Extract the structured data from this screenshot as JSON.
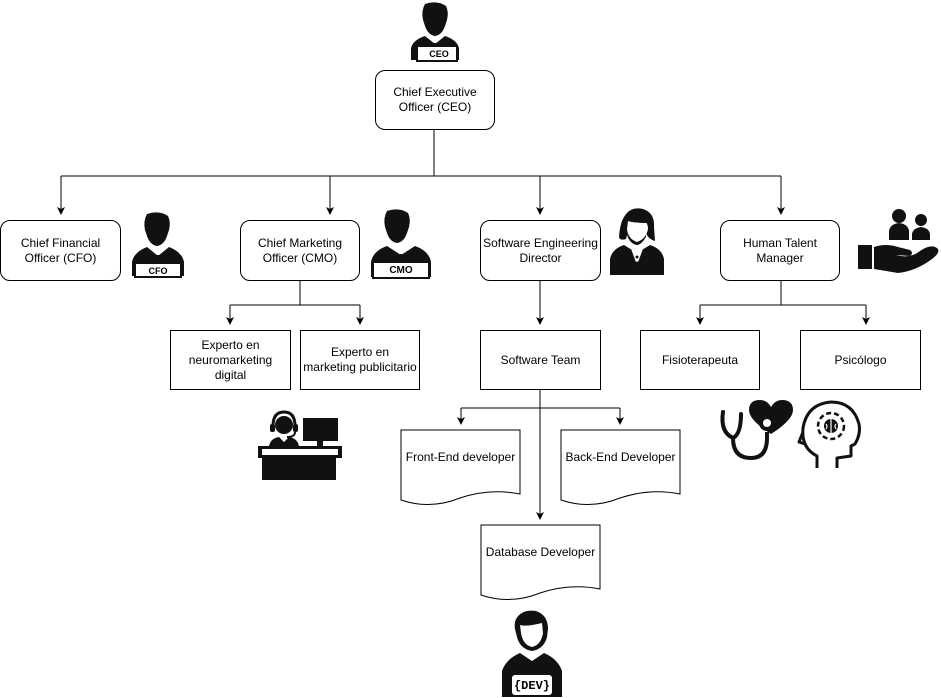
{
  "nodes": {
    "ceo": "Chief Executive Officer (CEO)",
    "cfo": "Chief Financial Officer (CFO)",
    "cmo": "Chief Marketing Officer (CMO)",
    "sed": "Software Engineering Director",
    "htm": "Human Talent Manager",
    "neuro": "Experto en neuromarketing digital",
    "publicitario": "Experto en marketing publicitario",
    "software_team": "Software Team",
    "fisio": "Fisioterapeuta",
    "psico": "Psicólogo",
    "frontend": "Front-End developer",
    "backend": "Back-End Developer",
    "database": "Database Developer"
  },
  "badges": {
    "ceo": "CEO",
    "cfo": "CFO",
    "cmo": "CMO",
    "dev": "{DEV}"
  },
  "icons": {
    "ceo": "executive-person-icon",
    "cfo": "executive-person-icon",
    "cmo": "executive-person-icon",
    "sed": "businesswoman-icon",
    "htm": "hand-holding-people-icon",
    "marketing": "call-center-agent-icon",
    "fisio": "stethoscope-heart-icon",
    "psico": "head-brain-icon",
    "dev": "developer-icon"
  }
}
